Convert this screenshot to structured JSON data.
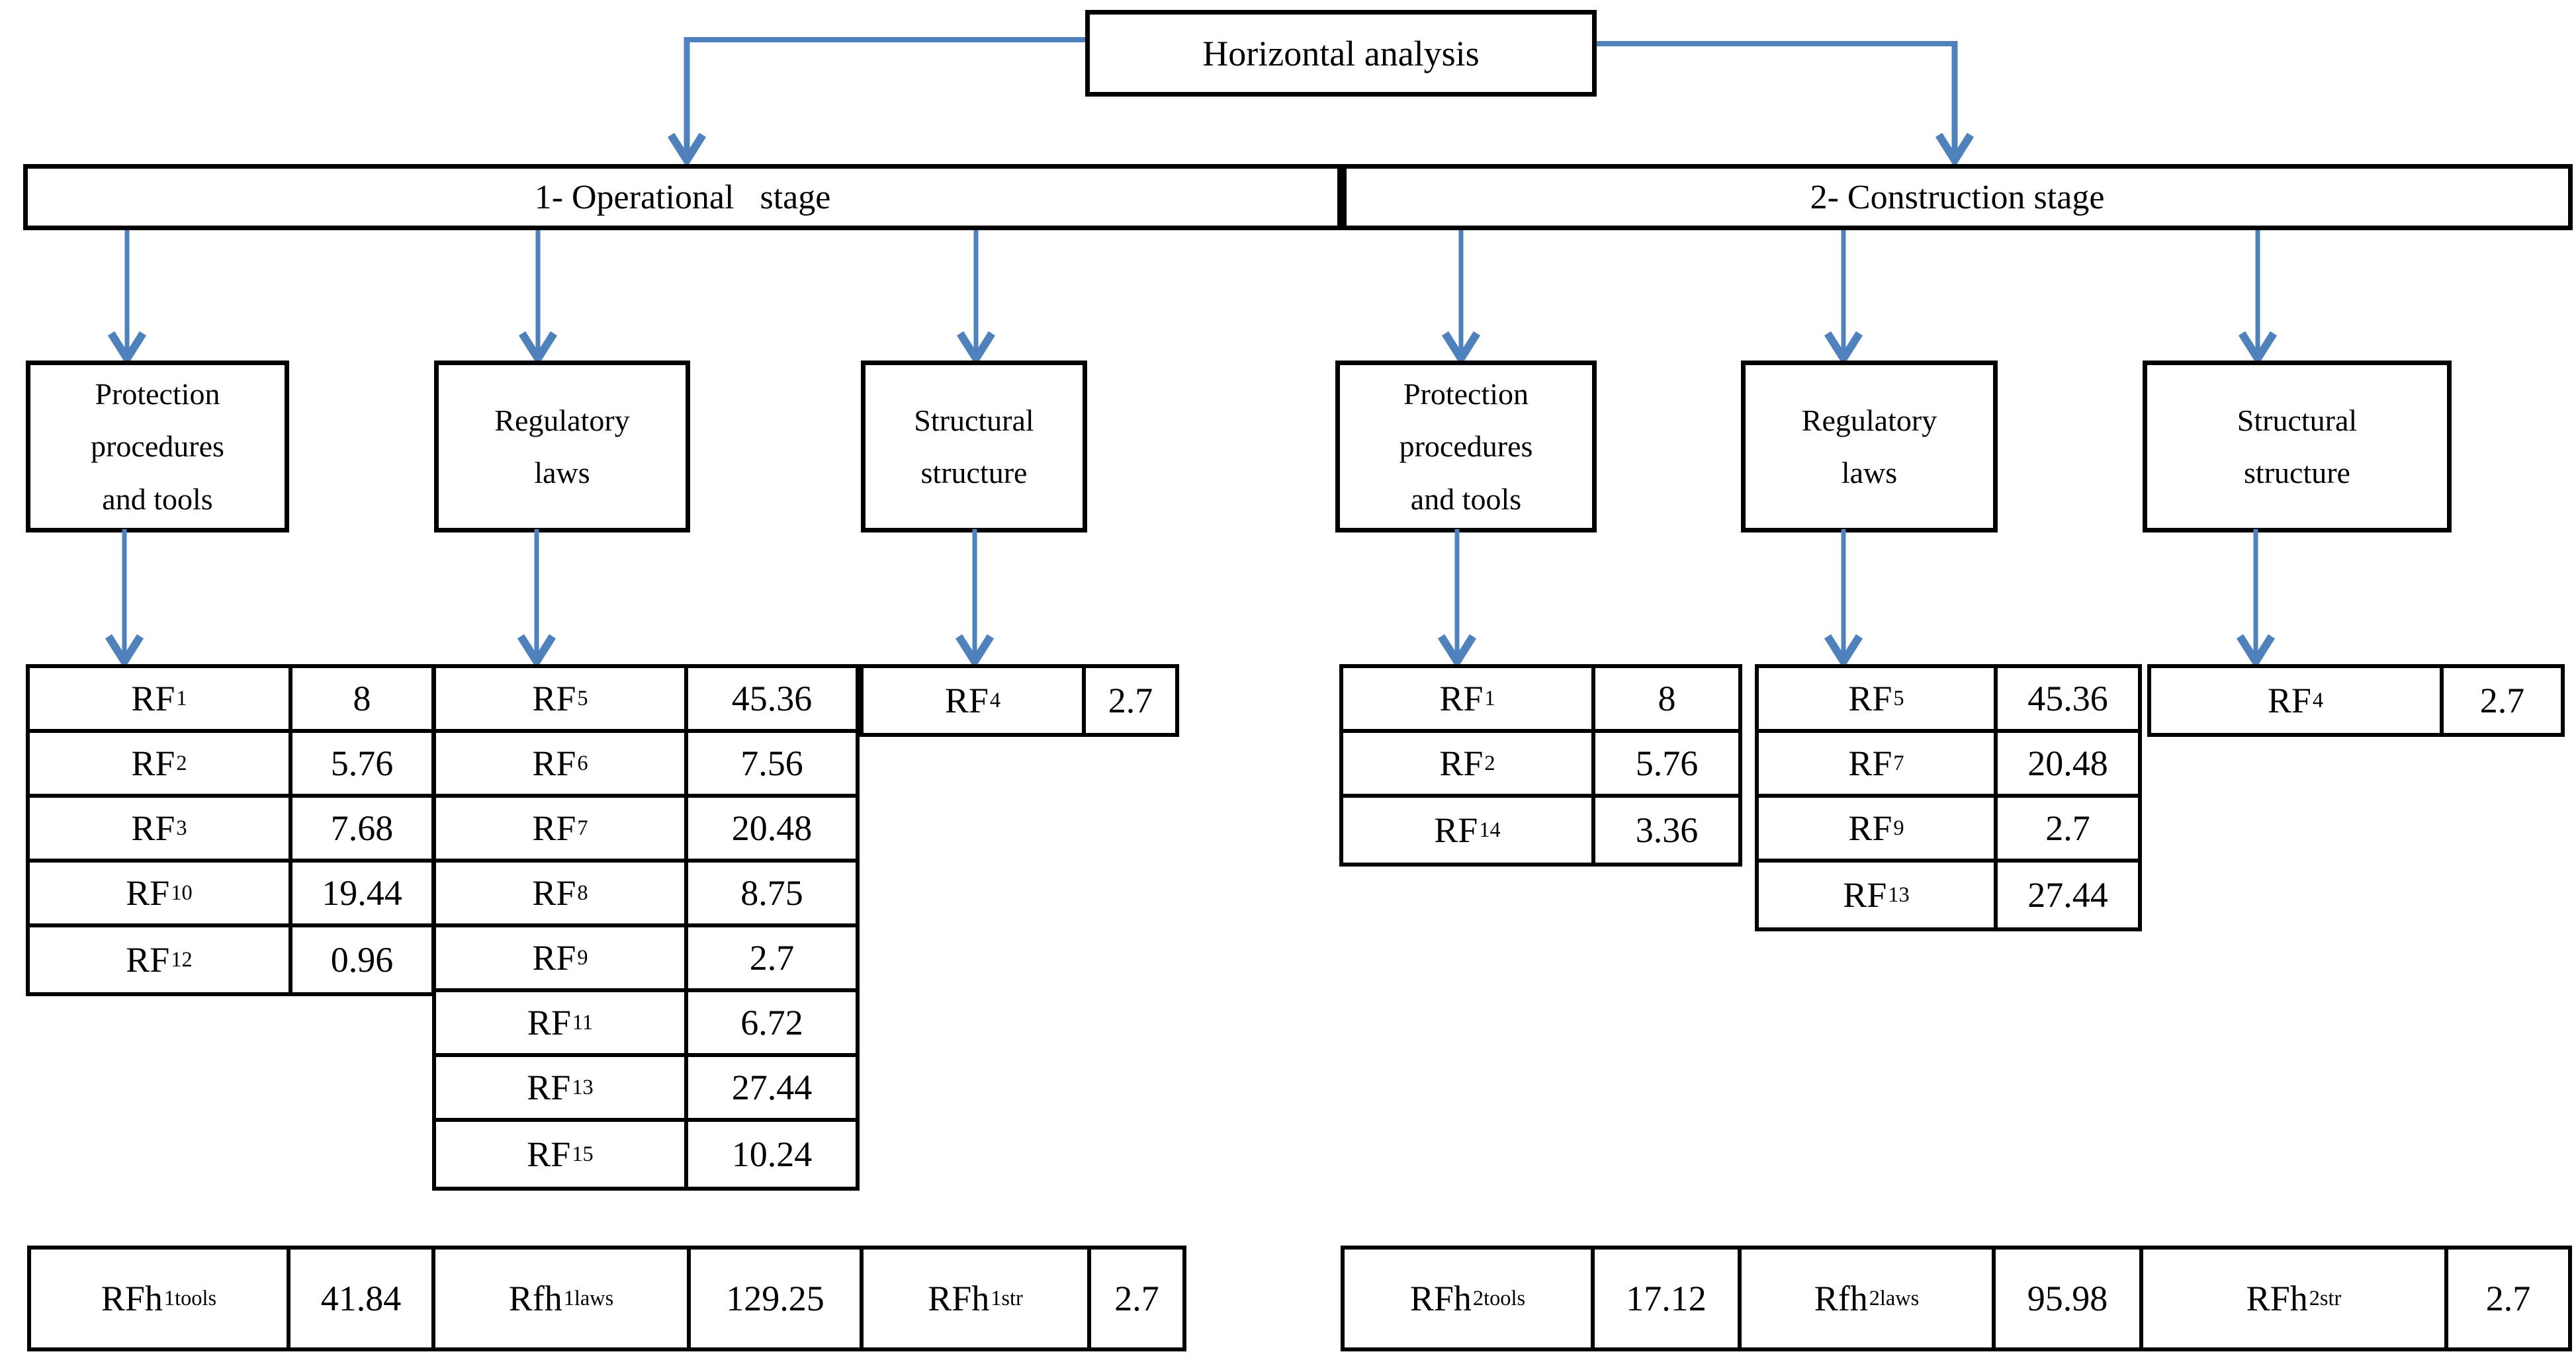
{
  "colors": {
    "arrow_blue": "#4f81bd",
    "line_black": "#000000",
    "background": "#ffffff"
  },
  "icons": {
    "connector": "down-arrow-icon"
  },
  "title": {
    "label": "Horizontal analysis"
  },
  "stages": [
    {
      "id": "operational",
      "label": "1- Operational   stage",
      "categories": [
        {
          "label": "Protection\nprocedures\nand tools"
        },
        {
          "label": "Regulatory\nlaws"
        },
        {
          "label": "Structural\nstructure"
        }
      ],
      "tables": {
        "protection": {
          "rows": [
            {
              "base": "RF",
              "sub": "1",
              "value": "8"
            },
            {
              "base": "RF",
              "sub": "2",
              "value": "5.76"
            },
            {
              "base": "RF",
              "sub": "3",
              "value": "7.68"
            },
            {
              "base": "RF",
              "sub": "10",
              "value": "19.44"
            },
            {
              "base": "RF",
              "sub": "12",
              "value": "0.96"
            }
          ]
        },
        "regulatory": {
          "rows": [
            {
              "base": "RF",
              "sub": "5",
              "value": "45.36"
            },
            {
              "base": "RF",
              "sub": "6",
              "value": "7.56"
            },
            {
              "base": "RF",
              "sub": "7",
              "value": "20.48"
            },
            {
              "base": "RF",
              "sub": "8",
              "value": "8.75"
            },
            {
              "base": "RF",
              "sub": "9",
              "value": "2.7"
            },
            {
              "base": "RF",
              "sub": "11",
              "value": "6.72"
            },
            {
              "base": "RF",
              "sub": "13",
              "value": "27.44"
            },
            {
              "base": "RF",
              "sub": "15",
              "value": "10.24"
            }
          ]
        },
        "structural": {
          "rows": [
            {
              "base": "RF",
              "sub": "4",
              "value": "2.7"
            }
          ]
        }
      },
      "summary": {
        "cells": [
          {
            "base": "RFh",
            "sub": "1tools",
            "value": "41.84"
          },
          {
            "base": "Rfh",
            "sub": "1laws",
            "value": "129.25"
          },
          {
            "base": "RFh",
            "sub": "1str",
            "value": "2.7"
          }
        ]
      }
    },
    {
      "id": "construction",
      "label": "2- Construction stage",
      "categories": [
        {
          "label": "Protection\nprocedures\nand tools"
        },
        {
          "label": "Regulatory\nlaws"
        },
        {
          "label": "Structural\nstructure"
        }
      ],
      "tables": {
        "protection": {
          "rows": [
            {
              "base": "RF",
              "sub": "1",
              "value": "8"
            },
            {
              "base": "RF",
              "sub": "2",
              "value": "5.76"
            },
            {
              "base": "RF",
              "sub": "14",
              "value": "3.36"
            }
          ]
        },
        "regulatory": {
          "rows": [
            {
              "base": "RF",
              "sub": "5",
              "value": "45.36"
            },
            {
              "base": "RF",
              "sub": "7",
              "value": "20.48"
            },
            {
              "base": "RF",
              "sub": "9",
              "value": "2.7"
            },
            {
              "base": "RF",
              "sub": "13",
              "value": "27.44"
            }
          ]
        },
        "structural": {
          "rows": [
            {
              "base": "RF",
              "sub": "4",
              "value": "2.7"
            }
          ]
        }
      },
      "summary": {
        "cells": [
          {
            "base": "RFh",
            "sub": "2tools",
            "value": "17.12"
          },
          {
            "base": "Rfh",
            "sub": "2laws",
            "value": "95.98"
          },
          {
            "base": "RFh",
            "sub": "2str",
            "value": "2.7"
          }
        ]
      }
    }
  ]
}
